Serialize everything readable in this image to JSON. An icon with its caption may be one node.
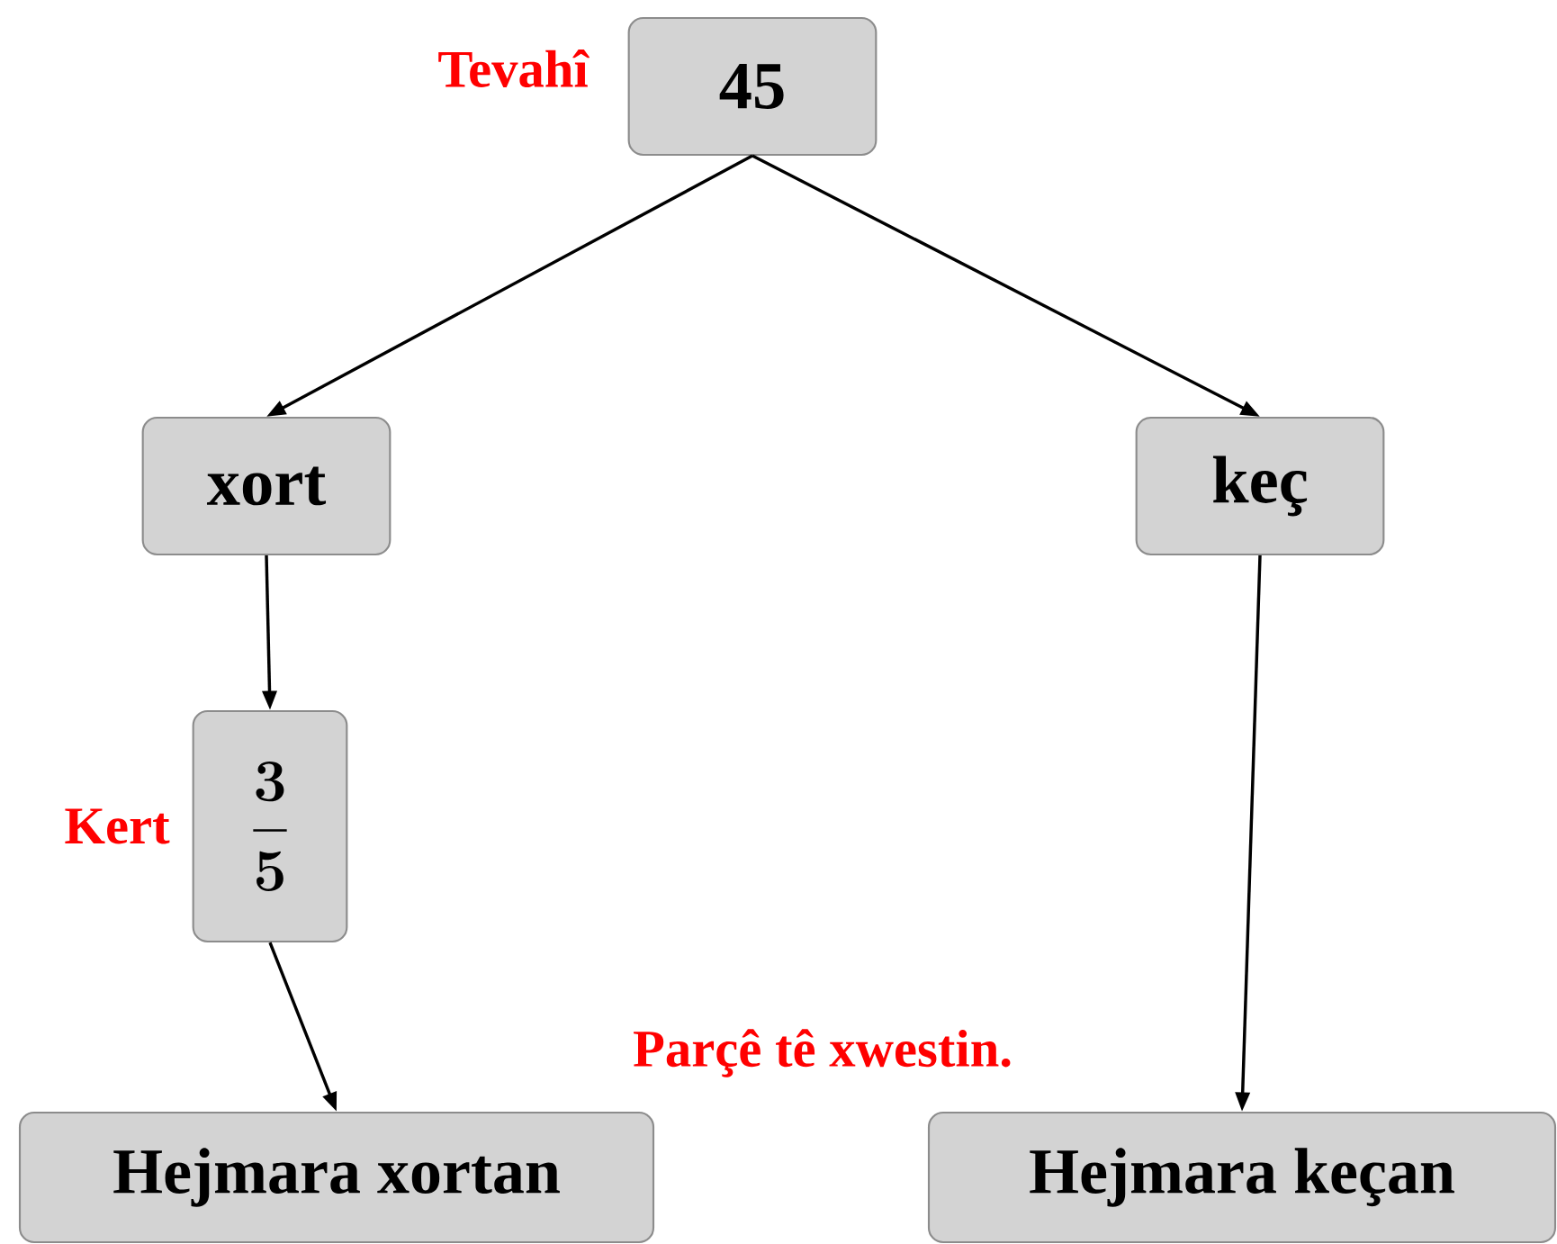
{
  "diagram": {
    "nodes": [
      {
        "text": [
          "45"
        ],
        "beside": [
          "Tevahî"
        ]
      },
      {
        "text": [
          "xort"
        ]
      },
      {
        "text": [
          "keç"
        ]
      },
      {
        "text": [
          "\\frac{3}{5}"
        ],
        "beside": [
          "Kert"
        ]
      },
      {
        "text": [
          "Hejmara xortan"
        ]
      },
      {
        "text": [
          "Hejmara keçan"
        ]
      }
    ],
    "edges": [
      {
        "from": 0,
        "to": 1,
        "arrow": "to"
      },
      {
        "from": 0,
        "to": 2,
        "arrow": "to"
      },
      {
        "from": 1,
        "to": 3,
        "arrow": "to"
      },
      {
        "from": 3,
        "to": 4,
        "arrow": "to"
      },
      {
        "from": 2,
        "to": 5,
        "arrow": "to"
      }
    ],
    "labels": [
      "Parçê tê xwestin."
    ]
  }
}
